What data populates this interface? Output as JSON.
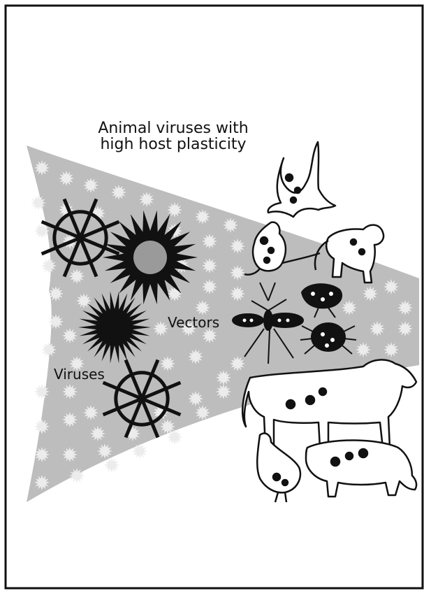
{
  "title_line1": "Animal viruses with",
  "title_line2": "high host plasticity",
  "label_vectors": "Vectors",
  "label_viruses": "Viruses",
  "colors": {
    "background": "#ffffff",
    "cone": "#bdbdbd",
    "ink": "#111111",
    "small_virus": "#ececec"
  },
  "icons": [
    "bat-icon",
    "rat-icon",
    "monkey-icon",
    "mosquito-icon",
    "flea-icon",
    "tick-icon",
    "cow-icon",
    "chicken-icon",
    "pig-icon"
  ]
}
